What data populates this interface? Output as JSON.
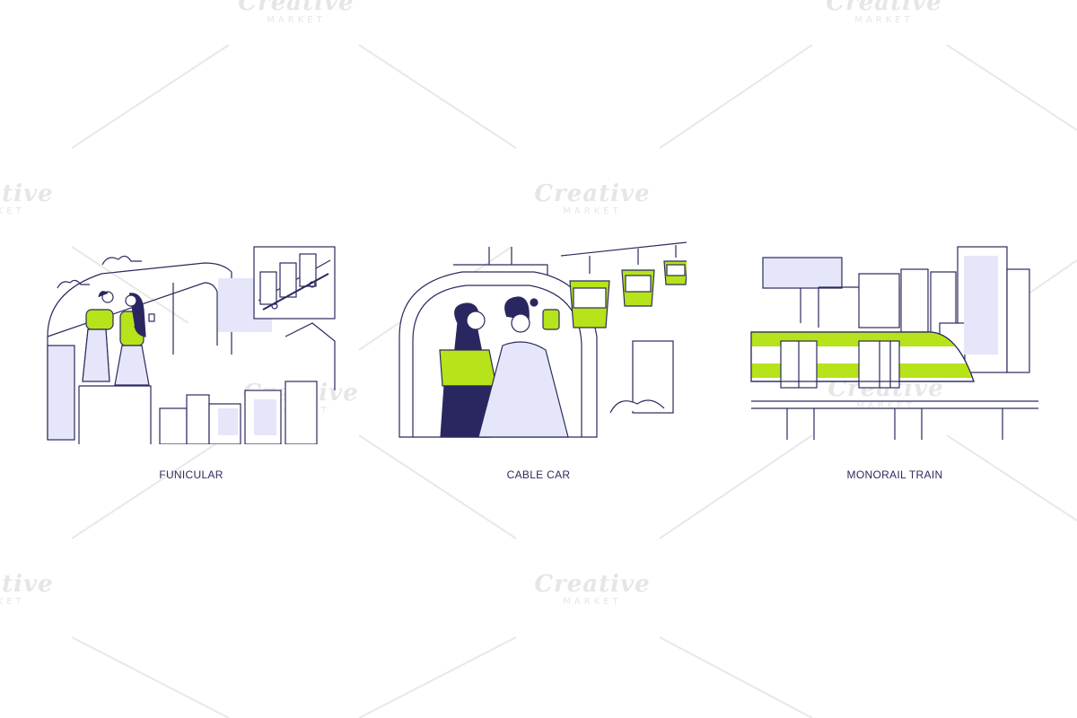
{
  "panels": [
    {
      "id": "funicular",
      "caption": "FUNICULAR"
    },
    {
      "id": "cable-car",
      "caption": "CABLE CAR"
    },
    {
      "id": "monorail",
      "caption": "MONORAIL TRAIN"
    }
  ],
  "watermark": {
    "line1": "Creative",
    "line2": "MARKET"
  },
  "colors": {
    "ink": "#2b2a5e",
    "accent": "#b6e31a",
    "lavender": "#e6e6fa",
    "navy": "#2a2760",
    "watermark": "#e6e6e6"
  }
}
